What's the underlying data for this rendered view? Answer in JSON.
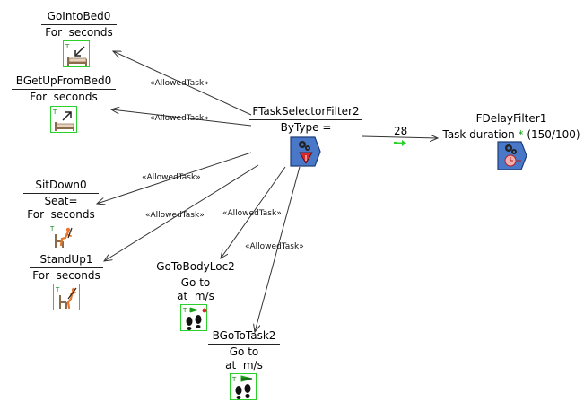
{
  "nodes": {
    "go_into_bed": {
      "title": "GoIntoBed0",
      "params": [
        "For  seconds"
      ]
    },
    "get_up_from_bed": {
      "title": "BGetUpFromBed0",
      "params": [
        "For  seconds"
      ]
    },
    "sit_down": {
      "title": "SitDown0",
      "params": [
        "Seat=",
        "For  seconds"
      ]
    },
    "stand_up": {
      "title": "StandUp1",
      "params": [
        "For  seconds"
      ]
    },
    "go_to_body_loc": {
      "title": "GoToBodyLoc2",
      "params": [
        "Go to",
        "at  m/s"
      ]
    },
    "go_to_task": {
      "title": "BGoToTask2",
      "params": [
        "Go to",
        "at  m/s"
      ]
    },
    "task_selector": {
      "title": "FTaskSelectorFilter2",
      "params": [
        "ByType ="
      ]
    },
    "delay_filter": {
      "title": "FDelayFilter1",
      "param_prefix": "Task duration ",
      "param_star": "*",
      "param_suffix": " (150/100)"
    }
  },
  "edges": {
    "allowed_task_label": "«AllowedTask»",
    "link_value": "28"
  },
  "icons": {
    "bed_in": "bed-enter-icon",
    "bed_out": "bed-exit-icon",
    "sit": "sit-down-icon",
    "stand": "stand-up-icon",
    "walk_body": "footsteps-body-icon",
    "walk_task": "footsteps-task-icon",
    "selector": "filter-selector-icon",
    "delay": "filter-delay-icon"
  },
  "colors": {
    "icon_border": "#2bd12b",
    "filter_blue": "#4a78c8",
    "connector_green": "#2bd12b",
    "arrow": "#333333"
  }
}
